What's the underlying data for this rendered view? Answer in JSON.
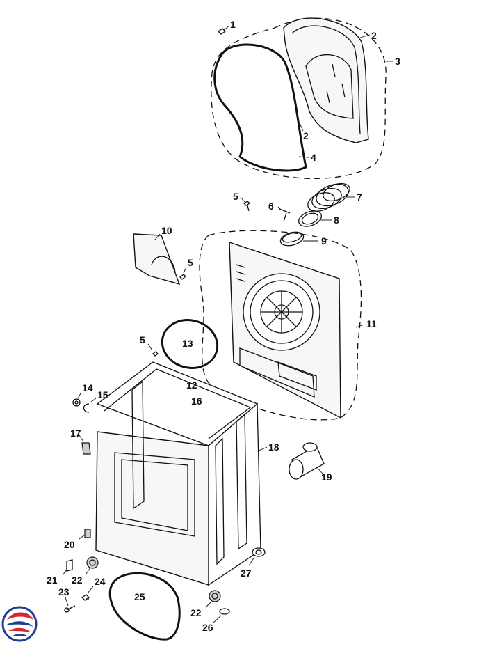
{
  "diagram": {
    "callouts": [
      {
        "id": "c1",
        "label": "1"
      },
      {
        "id": "c2a",
        "label": "2"
      },
      {
        "id": "c2b",
        "label": "2"
      },
      {
        "id": "c3",
        "label": "3"
      },
      {
        "id": "c4",
        "label": "4"
      },
      {
        "id": "c5a",
        "label": "5"
      },
      {
        "id": "c6",
        "label": "6"
      },
      {
        "id": "c7",
        "label": "7"
      },
      {
        "id": "c8",
        "label": "8"
      },
      {
        "id": "c9",
        "label": "9"
      },
      {
        "id": "c10",
        "label": "10"
      },
      {
        "id": "c5b",
        "label": "5"
      },
      {
        "id": "c11",
        "label": "11"
      },
      {
        "id": "c5c",
        "label": "5"
      },
      {
        "id": "c13",
        "label": "13"
      },
      {
        "id": "c12",
        "label": "12"
      },
      {
        "id": "c14",
        "label": "14"
      },
      {
        "id": "c15",
        "label": "15"
      },
      {
        "id": "c16",
        "label": "16"
      },
      {
        "id": "c17",
        "label": "17"
      },
      {
        "id": "c18",
        "label": "18"
      },
      {
        "id": "c19",
        "label": "19"
      },
      {
        "id": "c20",
        "label": "20"
      },
      {
        "id": "c27",
        "label": "27"
      },
      {
        "id": "c21",
        "label": "21"
      },
      {
        "id": "c22a",
        "label": "22"
      },
      {
        "id": "c24",
        "label": "24"
      },
      {
        "id": "c23",
        "label": "23"
      },
      {
        "id": "c25",
        "label": "25"
      },
      {
        "id": "c22b",
        "label": "22"
      },
      {
        "id": "c26",
        "label": "26"
      }
    ]
  },
  "logo": {
    "icon": "brand-swirl-logo",
    "colors": {
      "red": "#d7262e",
      "blue": "#1f3f93"
    }
  }
}
